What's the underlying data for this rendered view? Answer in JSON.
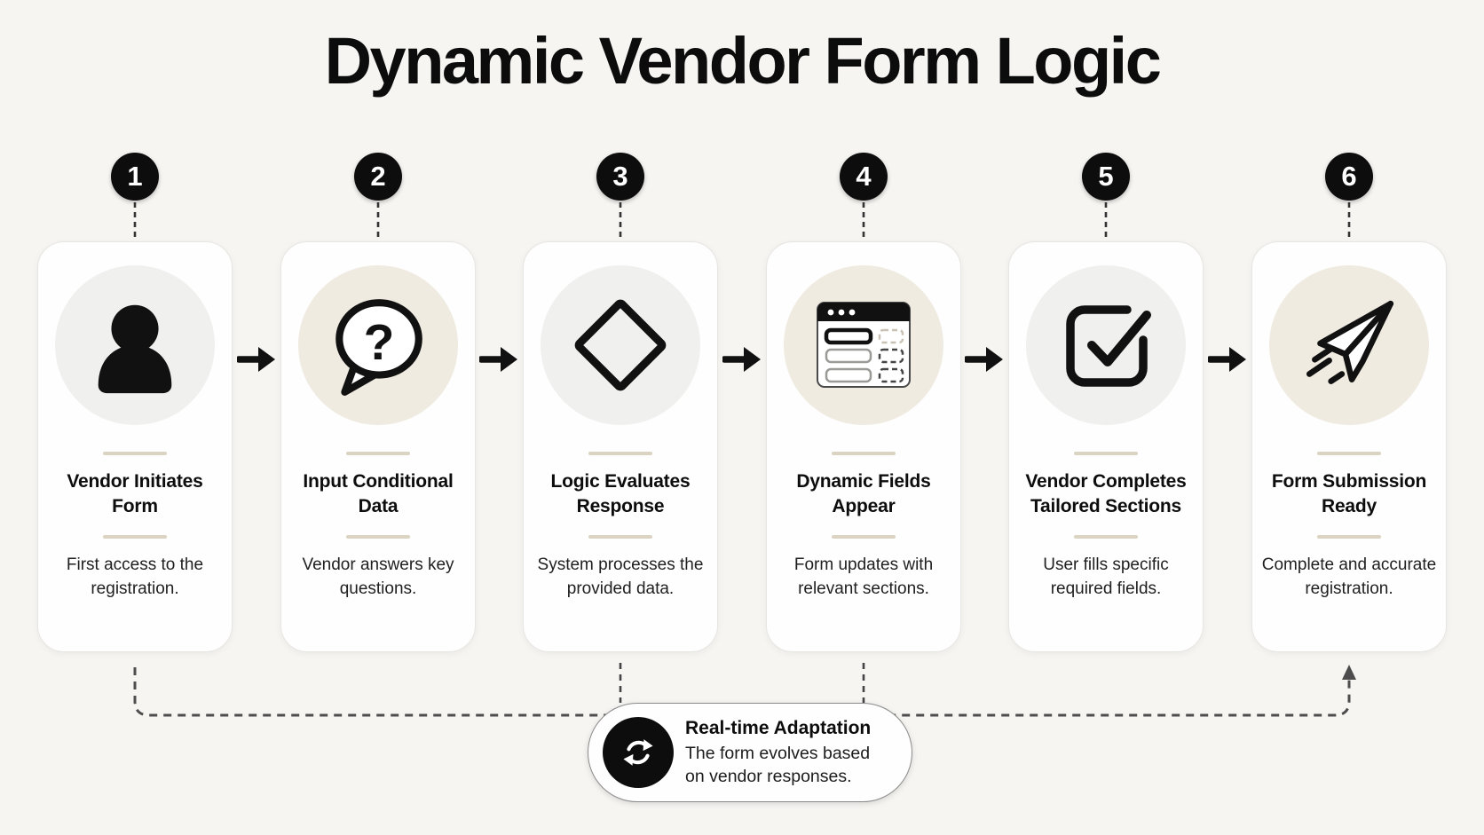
{
  "title": "Dynamic Vendor Form Logic",
  "steps": [
    {
      "number": "1",
      "icon": "person-icon",
      "title": "Vendor Initiates Form",
      "description": "First access to the registration."
    },
    {
      "number": "2",
      "icon": "question-bubble-icon",
      "title": "Input Conditional Data",
      "description": "Vendor answers key questions."
    },
    {
      "number": "3",
      "icon": "diamond-icon",
      "title": "Logic Evaluates Response",
      "description": "System processes the provided data."
    },
    {
      "number": "4",
      "icon": "dynamic-form-icon",
      "title": "Dynamic Fields Appear",
      "description": "Form updates with relevant sections."
    },
    {
      "number": "5",
      "icon": "checkbox-icon",
      "title": "Vendor Completes Tailored Sections",
      "description": "User fills specific required fields."
    },
    {
      "number": "6",
      "icon": "paper-plane-icon",
      "title": "Form Submission Ready",
      "description": "Complete and accurate registration."
    }
  ],
  "callout": {
    "icon": "refresh-icon",
    "title": "Real-time Adaptation",
    "body": "The form evolves based on vendor responses."
  },
  "question_mark": "?",
  "colors": {
    "background": "#f6f5f2",
    "card_background": "#fefefe",
    "ink": "#111111",
    "icon_circle_gray": "#f0f0ee",
    "icon_circle_beige": "#f0ebe1",
    "divider_beige": "#dcd4c3",
    "badge_black": "#0d0d0d"
  }
}
